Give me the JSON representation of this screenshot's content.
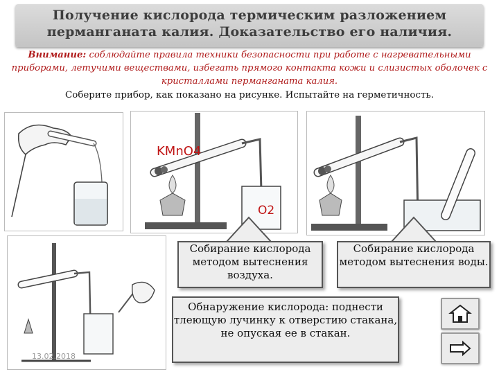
{
  "slide": {
    "title": "Получение кислорода термическим разложением перманганата калия. Доказательство его наличия.",
    "warning_label": "Внимание:",
    "warning_text": "соблюдайте правила техники безопасности при работе с нагревательными приборами, летучими веществами, избегать прямого контакта кожи и слизистых оболочек с кристаллами перманганата калия.",
    "instruction": "Соберите прибор, как показано на рисунке. Испытайте на герметичность.",
    "kmno4_label": "KMnO4",
    "o2_label": "O2",
    "callout_air": "Собирание кислорода методом вытеснения воздуха.",
    "callout_water": "Собирание кислорода методом вытеснения воды.",
    "callout_detect": "Обнаружение кислорода: поднести тлеющую лучинку к отверстию стакана, не опуская ее в стакан.",
    "date": "13.02.2018"
  },
  "nav": {
    "home_icon": "home-icon",
    "back_icon": "back-icon"
  },
  "colors": {
    "title_bg": "#cfcfcf",
    "title_text": "#3d3d3d",
    "warning_text": "#b01c1c",
    "label_red": "#c01515",
    "callout_bg": "#ededed"
  }
}
